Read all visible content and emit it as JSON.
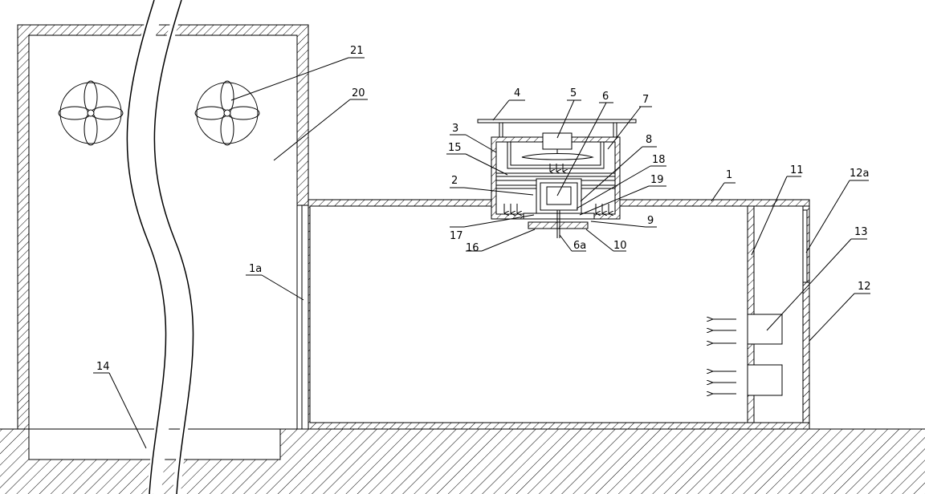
{
  "labels": {
    "l4": "4",
    "l5": "5",
    "l6": "6",
    "l7": "7",
    "l3": "3",
    "l15": "15",
    "l8": "8",
    "l18": "18",
    "l2": "2",
    "l19": "19",
    "l1": "1",
    "l11": "11",
    "l12a": "12a",
    "l17": "17",
    "l9": "9",
    "l16": "16",
    "l6a": "6a",
    "l10": "10",
    "l13": "13",
    "l1a": "1a",
    "l12": "12",
    "l14": "14",
    "l21": "21",
    "l20": "20"
  },
  "icons": {
    "fan": "four-blade-fan-icon",
    "airflow": "arrow-icon"
  }
}
